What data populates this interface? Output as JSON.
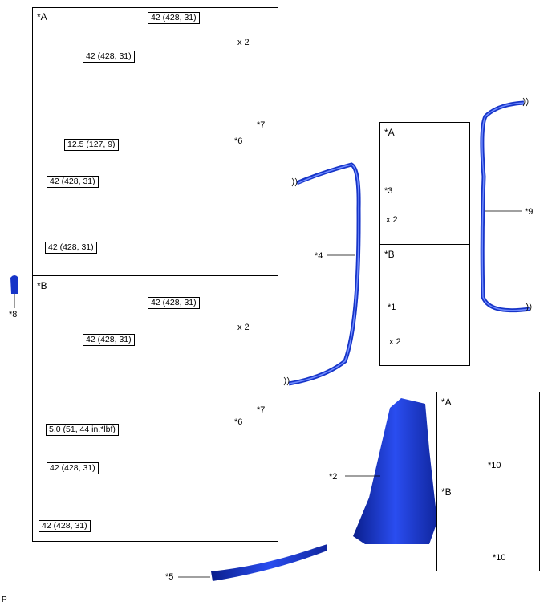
{
  "panels": {
    "left_a_tag": "*A",
    "left_b_tag": "*B",
    "mid_a_tag": "*A",
    "mid_b_tag": "*B",
    "right_a_tag": "*A",
    "right_b_tag": "*B"
  },
  "torques": {
    "a_top": "42 (428, 31)",
    "a_anchor": "42 (428, 31)",
    "a_mid": "12.5 (127, 9)",
    "a_lower": "42 (428, 31)",
    "a_bottom": "42 (428, 31)",
    "b_top": "42 (428, 31)",
    "b_anchor": "42 (428, 31)",
    "b_mid": "5.0 (51, 44 in.*lbf)",
    "b_lower": "42 (428, 31)",
    "b_bottom": "42 (428, 31)"
  },
  "labels": {
    "a_x2": "x 2",
    "a_p7": "*7",
    "a_p6": "*6",
    "b_x2": "x 2",
    "b_p7": "*7",
    "b_p6": "*6",
    "p8": "*8",
    "p4": "*4",
    "p9": "*9",
    "p3": "*3",
    "p3_x2": "x 2",
    "p1": "*1",
    "p1_x2": "x 2",
    "p2": "*2",
    "p5": "*5",
    "p10a": "*10",
    "p10b": "*10",
    "corner": "P"
  },
  "colors": {
    "part_blue": "#1f3fd6",
    "part_dark": "#0a1e8c",
    "line": "#000000"
  }
}
